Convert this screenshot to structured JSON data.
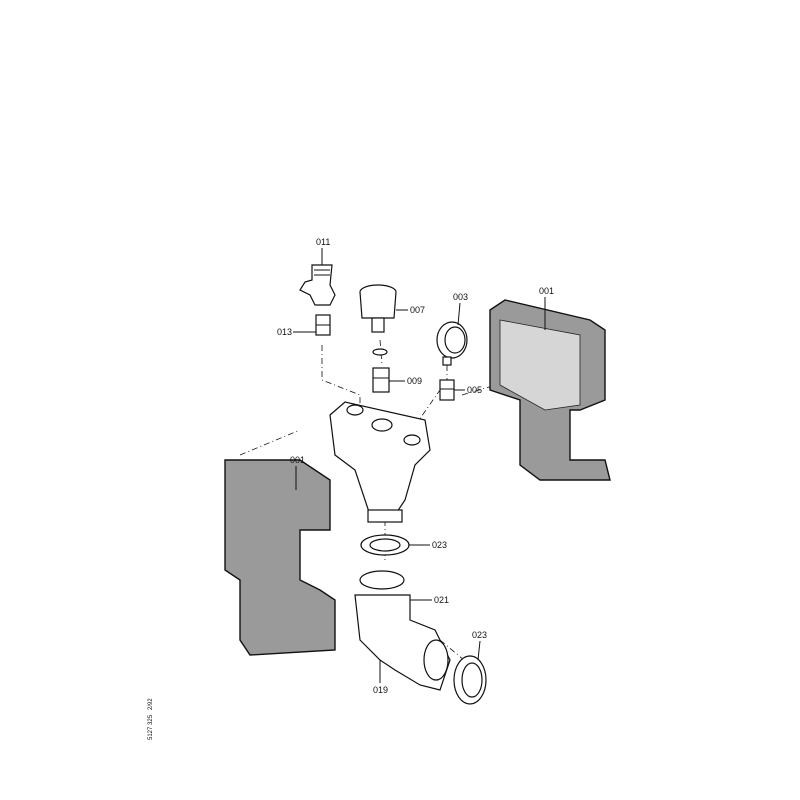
{
  "parts": [
    {
      "id": "p011",
      "label": "011"
    },
    {
      "id": "p013",
      "label": "013"
    },
    {
      "id": "p007",
      "label": "007"
    },
    {
      "id": "p003",
      "label": "003"
    },
    {
      "id": "p001a",
      "label": "001"
    },
    {
      "id": "p009",
      "label": "009"
    },
    {
      "id": "p005",
      "label": "005"
    },
    {
      "id": "p001b",
      "label": "001"
    },
    {
      "id": "p023a",
      "label": "023"
    },
    {
      "id": "p021",
      "label": "021"
    },
    {
      "id": "p023b",
      "label": "023"
    },
    {
      "id": "p019",
      "label": "019"
    }
  ],
  "doc_ref": "5127 325   2/92"
}
